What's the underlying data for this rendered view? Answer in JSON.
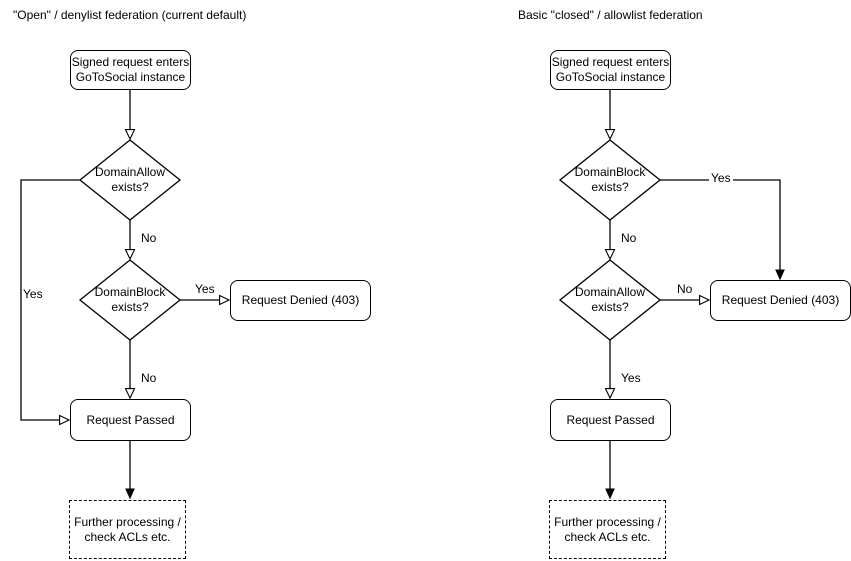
{
  "colors": {
    "stroke": "#000000",
    "background": "#ffffff",
    "text": "#000000"
  },
  "left": {
    "title": "\"Open\" / denylist federation (current default)",
    "start": "Signed request enters\nGoToSocial instance",
    "decision1": "DomainAllow\nexists?",
    "decision2": "DomainBlock\nexists?",
    "denied": "Request Denied (403)",
    "passed": "Request Passed",
    "further": "Further processing /\ncheck ACLs etc.",
    "label_allow_yes": "Yes",
    "label_allow_no": "No",
    "label_block_yes": "Yes",
    "label_block_no": "No"
  },
  "right": {
    "title": "Basic \"closed\" / allowlist federation",
    "start": "Signed request enters\nGoToSocial instance",
    "decision1": "DomainBlock\nexists?",
    "decision2": "DomainAllow\nexists?",
    "denied": "Request Denied (403)",
    "passed": "Request Passed",
    "further": "Further processing /\ncheck ACLs etc.",
    "label_block_yes": "Yes",
    "label_block_no": "No",
    "label_allow_no": "No",
    "label_allow_yes": "Yes"
  }
}
